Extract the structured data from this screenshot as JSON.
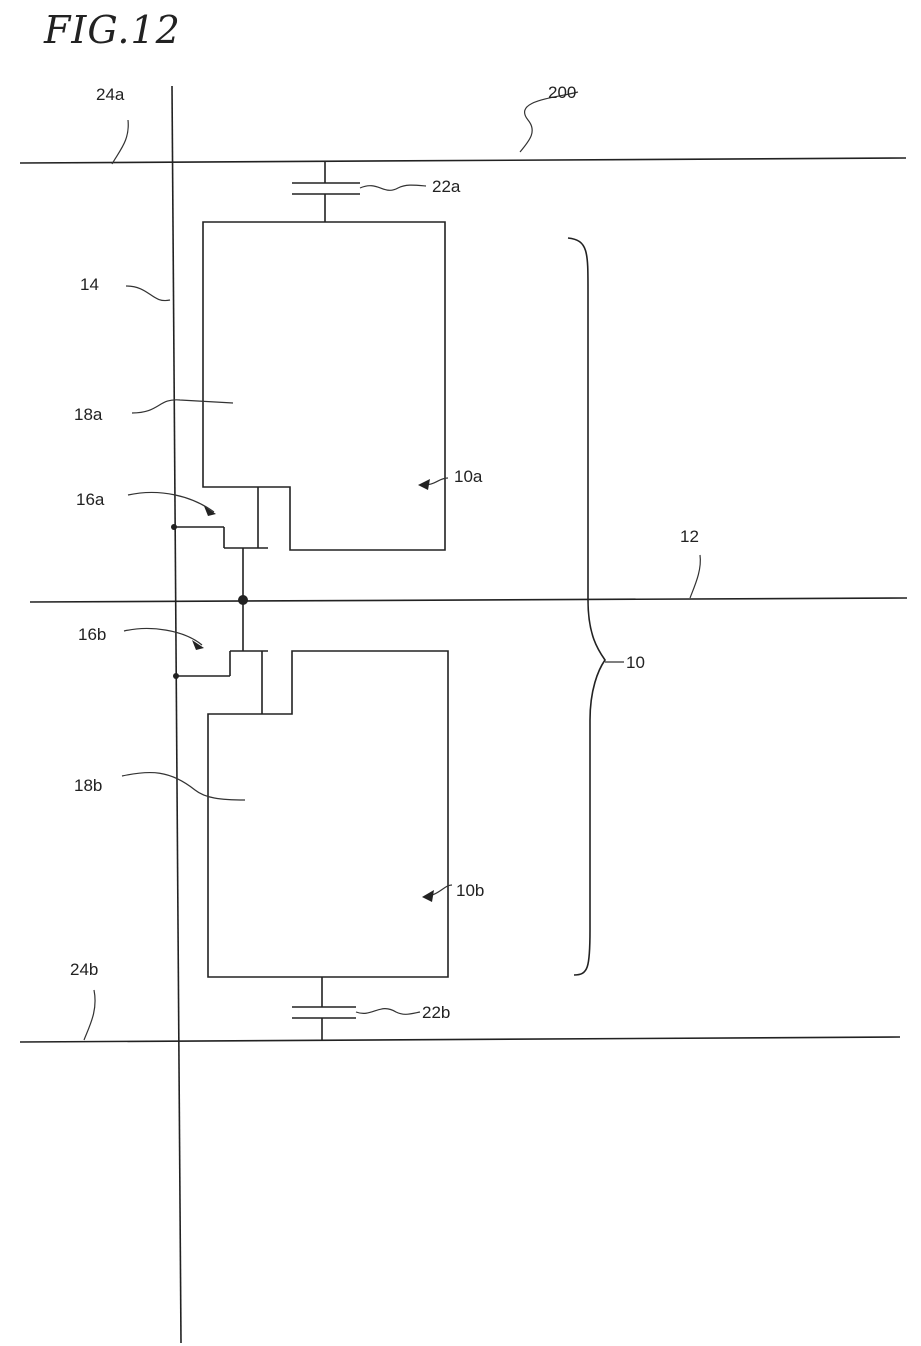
{
  "figure": {
    "title": "FIG.12",
    "labels": {
      "l200": "200",
      "l24a": "24a",
      "l24b": "24b",
      "l22a": "22a",
      "l22b": "22b",
      "l14": "14",
      "l18a": "18a",
      "l18b": "18b",
      "l16a": "16a",
      "l16b": "16b",
      "l10a": "10a",
      "l10b": "10b",
      "l12": "12",
      "l10": "10"
    }
  },
  "colors": {
    "ink": "#222222",
    "background": "#ffffff"
  }
}
